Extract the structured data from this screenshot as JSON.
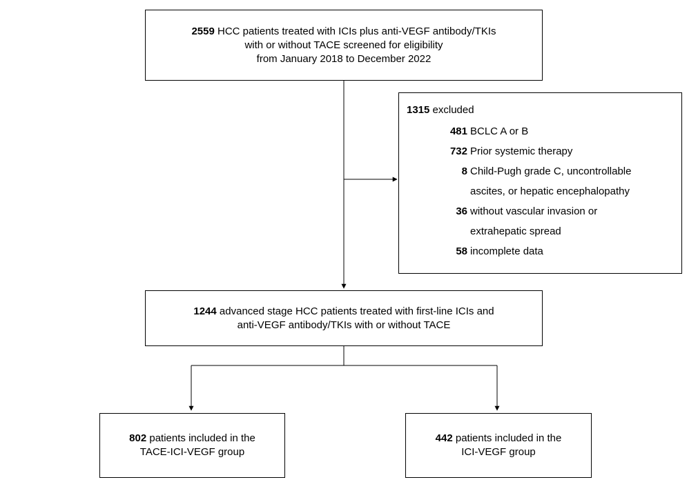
{
  "top_box": {
    "count": "2559",
    "line1_rest": " HCC patients treated with  ICIs plus anti-VEGF antibody/TKIs",
    "line2": "with or without TACE screened for eligibility",
    "line3": "from January 2018 to December 2022"
  },
  "exclusion_box": {
    "count": "1315",
    "header_rest": " excluded",
    "items": [
      {
        "num": "481",
        "lines": [
          "BCLC A or B"
        ]
      },
      {
        "num": "732",
        "lines": [
          "Prior systemic therapy"
        ]
      },
      {
        "num": "8",
        "lines": [
          "Child-Pugh grade C, uncontrollable",
          "ascites, or hepatic encephalopathy"
        ]
      },
      {
        "num": "36",
        "lines": [
          "without vascular invasion or",
          "extrahepatic spread"
        ]
      },
      {
        "num": "58",
        "lines": [
          "incomplete data"
        ]
      }
    ]
  },
  "middle_box": {
    "count": "1244",
    "line1_rest": " advanced stage HCC patients treated with first-line ICIs and",
    "line2": "anti-VEGF antibody/TKIs with or without TACE"
  },
  "left_box": {
    "count": "802",
    "line1_rest": " patients included in the",
    "line2": "TACE-ICI-VEGF group"
  },
  "right_box": {
    "count": "442",
    "line1_rest": " patients included in the",
    "line2": "ICI-VEGF group"
  }
}
